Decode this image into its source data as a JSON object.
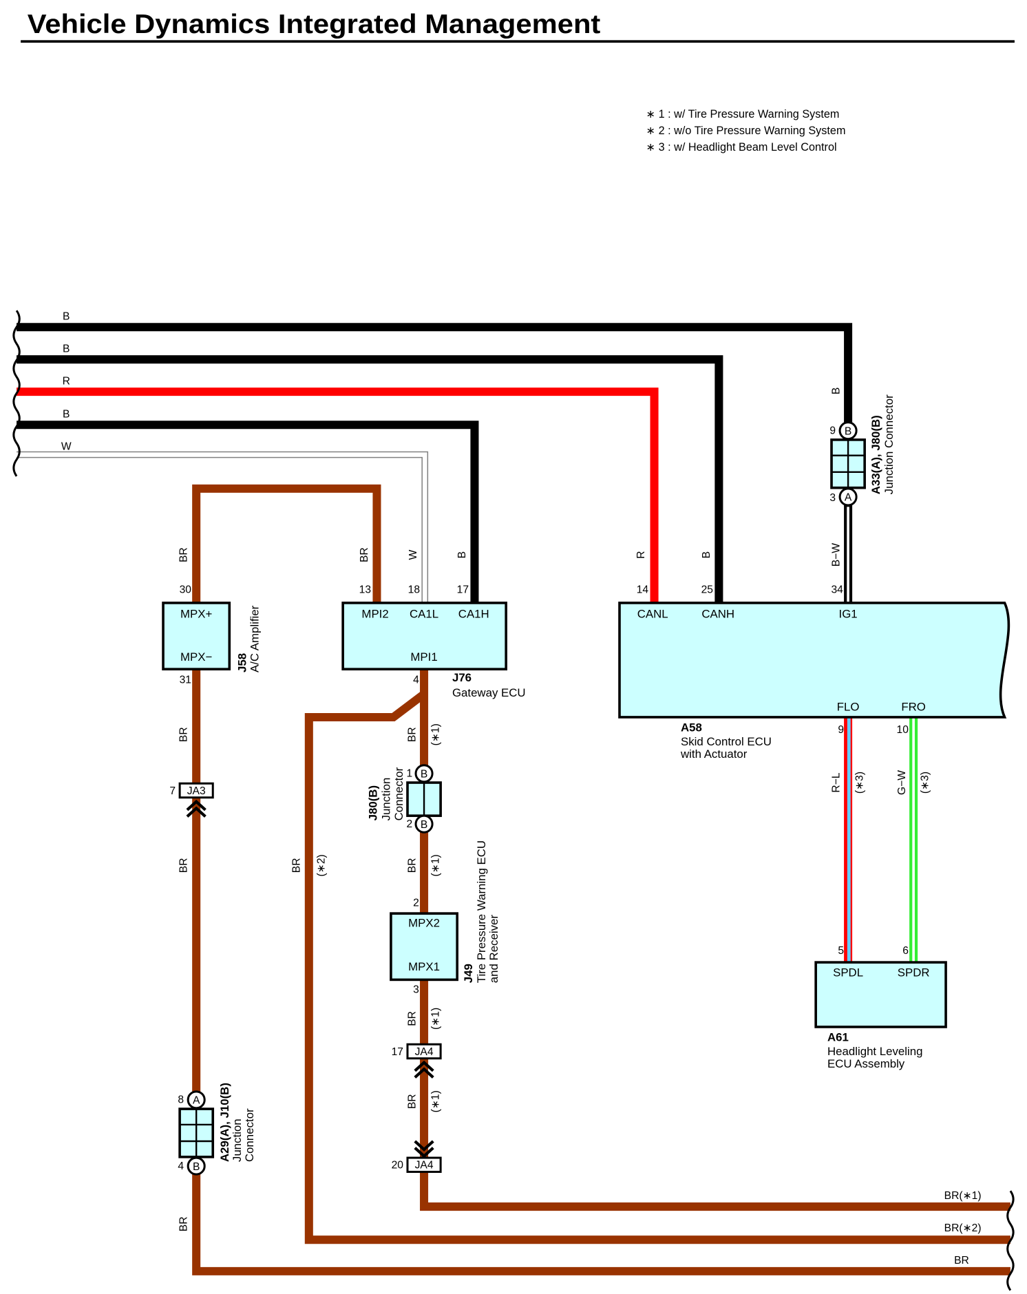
{
  "title": "Vehicle Dynamics Integrated Management",
  "notes": [
    "∗ 1 : w/ Tire Pressure Warning System",
    "∗ 2 : w/o Tire Pressure Warning System",
    "∗ 3 : w/ Headlight Beam Level Control"
  ],
  "colors": {
    "B": "#000000",
    "R": "#ff0000",
    "BR": "#993300",
    "W": "#ffffff",
    "W_outline": "#808080",
    "G": "#33ee33",
    "L": "#66ccff",
    "component": "#ccffff"
  },
  "harness_left": [
    "B",
    "B",
    "R",
    "B",
    "W"
  ],
  "harness_right": [
    "BR(∗1)",
    "BR(∗2)",
    "BR"
  ],
  "J58": {
    "code": "J58",
    "name": "A/C Amplifier",
    "term_top": "MPX+",
    "term_bottom": "MPX−",
    "pin_top": "30",
    "pin_bottom": "31",
    "wire_top": "BR",
    "wire_bottom": "BR"
  },
  "JA3": {
    "code": "JA3",
    "pin": "7",
    "wire_below": "BR"
  },
  "A29_J10": {
    "code": "A29(A), J10(B)",
    "name_1": "Junction",
    "name_2": "Connector",
    "letter_top": "A",
    "letter_bottom": "B",
    "pin_top": "8",
    "pin_bottom": "4",
    "wire_below": "BR"
  },
  "J76": {
    "code": "J76",
    "name": "Gateway ECU",
    "term_mpi2": "MPI2",
    "term_ca1l": "CA1L",
    "term_ca1h": "CA1H",
    "term_mpi1": "MPI1",
    "pin_mpi2": "13",
    "pin_ca1l": "18",
    "pin_ca1h": "17",
    "pin_mpi1": "4",
    "wire_mpi2": "BR",
    "wire_ca1l": "W",
    "wire_ca1h": "B",
    "wire_mpi1": "BR",
    "note_mpi1": "(∗1)"
  },
  "branch_2": {
    "wire": "BR",
    "note": "(∗2)"
  },
  "J80B": {
    "code": "J80(B)",
    "name_1": "Junction",
    "name_2": "Connector",
    "letter_top": "B",
    "letter_bottom": "B",
    "pin_top": "1",
    "pin_bottom": "2",
    "wire_below": "BR",
    "note_below": "(∗1)"
  },
  "J49": {
    "code": "J49",
    "name_1": "Tire Pressure Warning ECU",
    "name_2": "and Receiver",
    "term_top": "MPX2",
    "term_bottom": "MPX1",
    "pin_top": "2",
    "pin_bottom": "3",
    "wire_below": "BR",
    "note_below": "(∗1)"
  },
  "JA4_upper": {
    "code": "JA4",
    "pin": "17",
    "wire_below": "BR",
    "note_below": "(∗1)"
  },
  "JA4_lower": {
    "code": "JA4",
    "pin": "20"
  },
  "A33_J80": {
    "code": "A33(A), J80(B)",
    "name": "Junction Connector",
    "letter_top": "B",
    "letter_bottom": "A",
    "pin_top": "9",
    "pin_bottom": "3",
    "wire_top": "B"
  },
  "A58": {
    "code": "A58",
    "name_1": "Skid Control ECU",
    "name_2": "with Actuator",
    "term_canl": "CANL",
    "term_canh": "CANH",
    "term_ig1": "IG1",
    "term_flo": "FLO",
    "term_fro": "FRO",
    "pin_canl": "14",
    "pin_canh": "25",
    "pin_ig1": "34",
    "pin_flo": "9",
    "pin_fro": "10",
    "wire_canl": "R",
    "wire_canh": "B",
    "wire_ig1": "B−W",
    "wire_flo": "R−L",
    "wire_fro": "G−W",
    "note_flo": "(∗3)",
    "note_fro": "(∗3)"
  },
  "A61": {
    "code": "A61",
    "name_1": "Headlight Leveling",
    "name_2": "ECU Assembly",
    "term_spdl": "SPDL",
    "term_spdr": "SPDR",
    "pin_spdl": "5",
    "pin_spdr": "6"
  }
}
